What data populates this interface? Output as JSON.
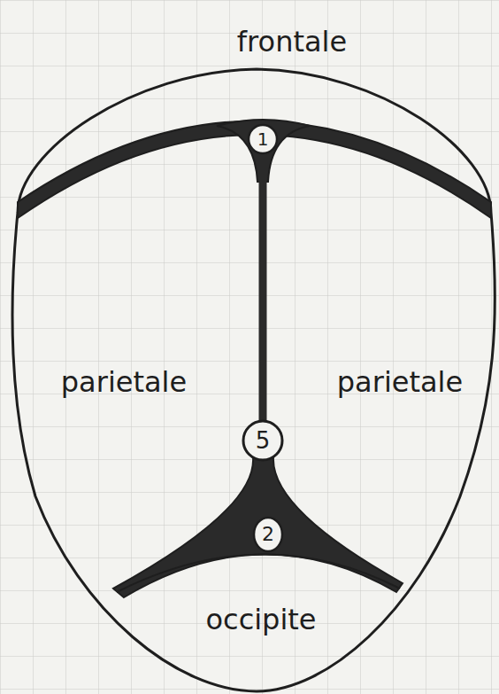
{
  "diagram": {
    "labels": [
      "frontale",
      "1",
      "parietale",
      "parietale",
      "5",
      "2",
      "occipite"
    ]
  }
}
